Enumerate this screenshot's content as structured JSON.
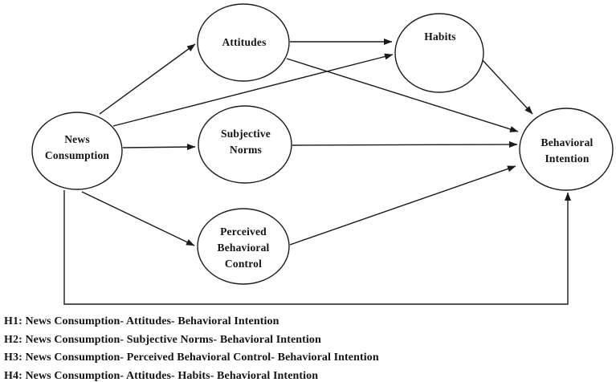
{
  "diagram": {
    "type": "path-model",
    "line_color": "#1b1b1b",
    "node_fill": "#ffffff",
    "text_color": "#141414",
    "nodes": {
      "news_consumption": {
        "label": "News\nConsumption"
      },
      "attitudes": {
        "label": "Attitudes"
      },
      "habits": {
        "label": "Habits"
      },
      "subjective_norms": {
        "label": "Subjective\nNorms"
      },
      "perceived_behavioral_control": {
        "label": "Perceived\nBehavioral\nControl"
      },
      "behavioral_intention": {
        "label": "Behavioral\nIntention"
      }
    },
    "edges": [
      {
        "from": "News Consumption",
        "to": "Attitudes"
      },
      {
        "from": "News Consumption",
        "to": "Habits"
      },
      {
        "from": "News Consumption",
        "to": "Subjective Norms"
      },
      {
        "from": "News Consumption",
        "to": "Perceived Behavioral Control"
      },
      {
        "from": "News Consumption",
        "to": "Behavioral Intention"
      },
      {
        "from": "Attitudes",
        "to": "Habits"
      },
      {
        "from": "Attitudes",
        "to": "Behavioral Intention"
      },
      {
        "from": "Subjective Norms",
        "to": "Behavioral Intention"
      },
      {
        "from": "Habits",
        "to": "Behavioral Intention"
      },
      {
        "from": "Perceived Behavioral Control",
        "to": "Behavioral Intention"
      }
    ]
  },
  "hypotheses": [
    {
      "id": "H1",
      "label": "H1: News Consumption- Attitudes- Behavioral Intention"
    },
    {
      "id": "H2",
      "label": "H2: News Consumption- Subjective Norms- Behavioral Intention"
    },
    {
      "id": "H3",
      "label": "H3: News Consumption- Perceived Behavioral Control- Behavioral Intention"
    },
    {
      "id": "H4",
      "label": "H4: News Consumption- Attitudes- Habits- Behavioral Intention"
    }
  ]
}
